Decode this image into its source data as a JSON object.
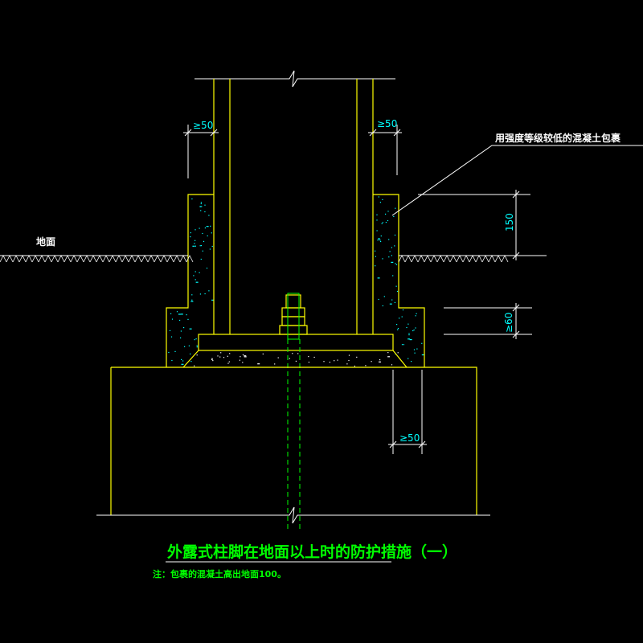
{
  "labels": {
    "ground": "地面",
    "leader_note": "用强度等级较低的混凝土包裹",
    "dim_left_top": "≥50",
    "dim_right_top": "≥50",
    "dim_150": "150",
    "dim_60": "≥60",
    "dim_bottom": "≥50"
  },
  "title": "外露式柱脚在地面以上时的防护措施（一）",
  "note": "注：包裹的混凝土高出地面100。",
  "colors": {
    "line": "#ffff00",
    "dim": "#00ffff",
    "title": "#00ff00",
    "bolt": "#00ff00",
    "background": "#000000"
  }
}
